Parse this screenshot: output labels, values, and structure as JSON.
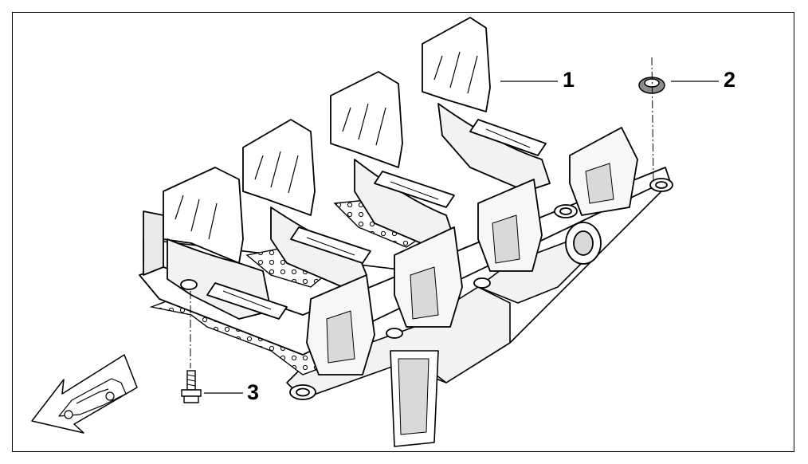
{
  "callouts": [
    {
      "id": "1",
      "label": "1"
    },
    {
      "id": "2",
      "label": "2"
    },
    {
      "id": "3",
      "label": "3"
    }
  ],
  "colors": {
    "line": "#000000",
    "part_fill": "#ffffff",
    "shade": "#d9d9d9",
    "dark_shade": "#8c8c8c"
  },
  "icons": {
    "direction": "front-direction-arrow-icon",
    "vehicle": "car-icon"
  }
}
